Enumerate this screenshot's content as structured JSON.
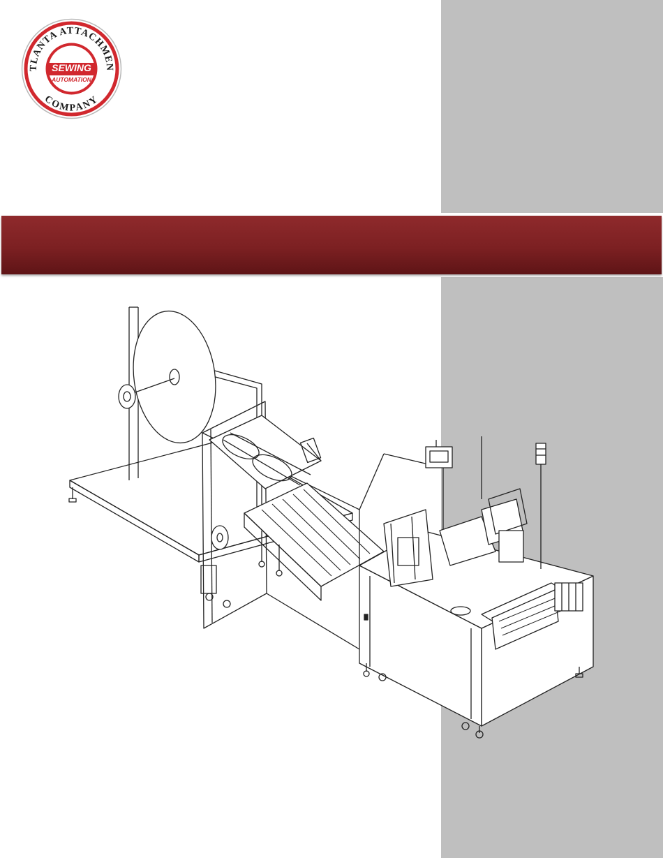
{
  "page": {
    "accent_color": "#8f2a2c",
    "sidebar_color": "#bfbfbf"
  },
  "logo": {
    "ring_text_top": "ATLANTA ATTACHMENT",
    "ring_text_bottom": "COMPANY",
    "center_line_1": "SEWING",
    "center_line_2": "AUTOMATION",
    "ring_color": "#d1282e"
  },
  "title_bar": {
    "text": ""
  },
  "illustration": {
    "icon": "automated-sewing-machine-line-drawing"
  }
}
